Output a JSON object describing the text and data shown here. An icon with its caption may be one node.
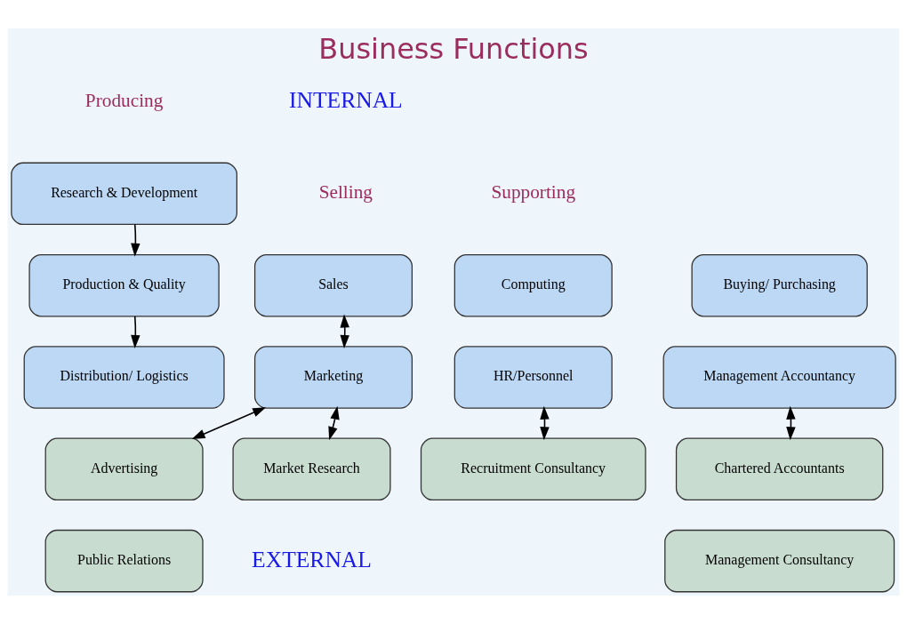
{
  "diagram": {
    "title": "Business Functions",
    "nodes": [
      {
        "text": [
          "Research & Development"
        ]
      },
      {
        "text": [
          "Production & Quality"
        ]
      },
      {
        "text": [
          "Distribution/ Logistics"
        ]
      },
      {
        "text": [
          "Sales"
        ]
      },
      {
        "text": [
          "Marketing"
        ]
      },
      {
        "text": [
          "Computing"
        ]
      },
      {
        "text": [
          "Buying/ Purchasing"
        ]
      },
      {
        "text": [
          "HR/Personnel"
        ]
      },
      {
        "text": [
          "Management Accountancy"
        ]
      },
      {
        "text": [
          "Advertising"
        ]
      },
      {
        "text": [
          "Market Research"
        ]
      },
      {
        "text": [
          "Recruitment Consultancy"
        ]
      },
      {
        "text": [
          "Chartered Accountants"
        ]
      },
      {
        "text": [
          "Public Relations"
        ]
      },
      {
        "text": [
          "Management Consultancy"
        ]
      }
    ],
    "edges": [
      {
        "from": 0,
        "to": 1,
        "arrow": "to"
      },
      {
        "from": 1,
        "to": 2,
        "arrow": "to"
      },
      {
        "from": 3,
        "to": 4,
        "arrow": "both"
      },
      {
        "from": 4,
        "to": 9,
        "arrow": "both"
      },
      {
        "from": 4,
        "to": 10,
        "arrow": "both"
      },
      {
        "from": 7,
        "to": 11,
        "arrow": "both"
      },
      {
        "from": 8,
        "to": 12,
        "arrow": "both"
      }
    ],
    "labels": [
      "Producing",
      "INTERNAL",
      "Selling",
      "Supporting",
      "EXTERNAL"
    ]
  }
}
